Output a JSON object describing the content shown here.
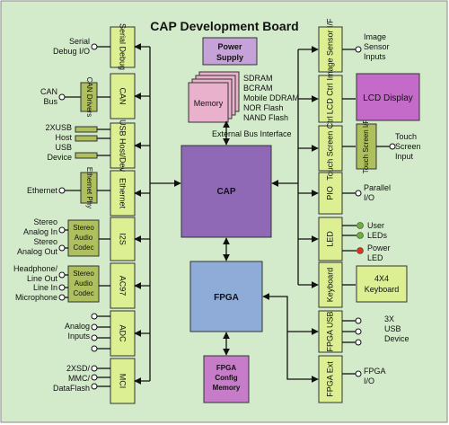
{
  "title": "CAP Development Board",
  "colors": {
    "background": "#d3ebcb",
    "module": "#dcef92",
    "chip": "#aebf5e",
    "cap": "#8f68b6",
    "fpga": "#8fabd8",
    "lcd": "#c46bc9",
    "power": "#c5a3d8",
    "memory": "#e9b1cc",
    "fpga_config": "#c67cc9",
    "line": "#111111",
    "led_green": "#6db03a",
    "led_red": "#e0301e"
  },
  "left_modules": [
    "Serial Debug",
    "CAN",
    "USB Host/Dev",
    "Ethernet",
    "I2S",
    "AC97",
    "ADC",
    "MCI"
  ],
  "left_chips": [
    "CAN Drivers",
    "Ethernet Phy",
    "Stereo Audio Codec",
    "Stereo Audio Codec"
  ],
  "right_modules": [
    "Image Sensor I/F",
    "LCD Ctrl",
    "Touch Screen Ctrl",
    "PIO",
    "LED",
    "Keyboard",
    "FPGA USB",
    "FPGA Ext"
  ],
  "right_chips": [
    "Touch Screen I/F"
  ],
  "external_left": [
    "Serial Debug I/O",
    "CAN Bus",
    "2XUSB Host",
    "USB Device",
    "Ethernet",
    "Stereo Analog In",
    "Stereo Analog Out",
    "Headphone/ Line Out",
    "Line In",
    "Microphone",
    "Analog Inputs",
    "2XSD/ MMC/ DataFlash"
  ],
  "external_right": [
    "Image Sensor Inputs",
    "Touch Screen Input",
    "Parallel I/O",
    "User LEDs",
    "Power LED",
    "3X USB Device",
    "FPGA I/O"
  ],
  "center": {
    "power_supply": "Power Supply",
    "memory": "Memory",
    "memory_types": [
      "SDRAM",
      "BCRAM",
      "Mobile DDRAM",
      "NOR Flash",
      "NAND Flash"
    ],
    "bus_label": "External Bus Interface",
    "cap": "CAP",
    "fpga": "FPGA",
    "fpga_config": "FPGA Config Memory",
    "lcd_display": "LCD Display",
    "keyboard": "4X4 Keyboard"
  }
}
